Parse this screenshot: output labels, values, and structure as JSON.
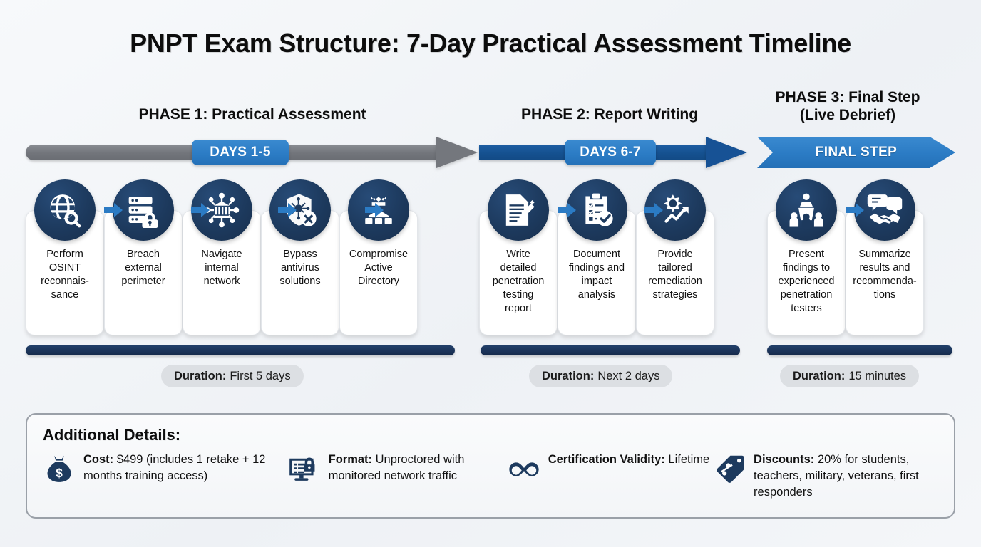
{
  "title": "PNPT Exam Structure: 7-Day Practical Assessment Timeline",
  "colors": {
    "navy": "#1d3a5e",
    "blue_accent": "#2b7bc4",
    "blue_dark": "#155190",
    "gray_bar": "#74777d",
    "badge_gray": "#dcdfe3"
  },
  "phases": [
    {
      "header": "PHASE 1: Practical Assessment",
      "badge": "DAYS 1-5",
      "duration_label": "Duration:",
      "duration_value": "First 5 days",
      "steps": [
        {
          "icon": "globe-search-icon",
          "label": "Perform\nOSINT\nreconnais-\nsance"
        },
        {
          "icon": "server-lock-icon",
          "label": "Breach\nexternal\nperimeter"
        },
        {
          "icon": "network-bank-icon",
          "label": "Navigate\ninternal\nnetwork"
        },
        {
          "icon": "shield-virus-block-icon",
          "label": "Bypass\nantivirus\nsolutions"
        },
        {
          "icon": "crown-hierarchy-icon",
          "label": "Compromise\nActive\nDirectory"
        }
      ]
    },
    {
      "header": "PHASE 2: Report Writing",
      "badge": "DAYS 6-7",
      "duration_label": "Duration:",
      "duration_value": "Next 2 days",
      "steps": [
        {
          "icon": "document-pencil-icon",
          "label": "Write\ndetailed\npenetration\ntesting\nreport"
        },
        {
          "icon": "clipboard-check-icon",
          "label": "Document\nfindings and\nimpact\nanalysis"
        },
        {
          "icon": "gear-trend-icon",
          "label": "Provide\ntailored\nremediation\nstrategies"
        }
      ]
    },
    {
      "header": "PHASE 3: Final Step\n(Live Debrief)",
      "badge": "FINAL STEP",
      "duration_label": "Duration:",
      "duration_value": "15 minutes",
      "steps": [
        {
          "icon": "podium-presenter-icon",
          "label": "Present\nfindings to\nexperienced\npenetration\ntesters"
        },
        {
          "icon": "chat-handshake-icon",
          "label": "Summarize\nresults and\nrecommenda-\ntions"
        }
      ]
    }
  ],
  "details": {
    "title": "Additional Details:",
    "items": [
      {
        "icon": "money-bag-icon",
        "label": "Cost:",
        "value": "$499 (includes 1 retake + 12 months training access)"
      },
      {
        "icon": "monitor-lock-icon",
        "label": "Format:",
        "value": "Unproctored with monitored network traffic"
      },
      {
        "icon": "infinity-icon",
        "label": "Certification Validity:",
        "value": "Lifetime"
      },
      {
        "icon": "price-tags-icon",
        "label": "Discounts:",
        "value": "20% for students, teachers, military, veterans, first responders"
      }
    ]
  }
}
